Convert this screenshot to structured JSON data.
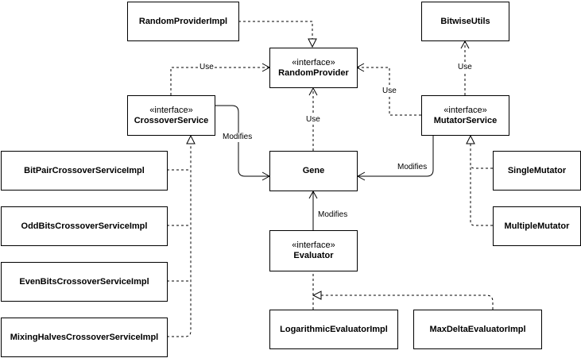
{
  "stereotype": "«interface»",
  "nodes": {
    "random_provider_impl": "RandomProviderImpl",
    "random_provider": "RandomProvider",
    "bitwise_utils": "BitwiseUtils",
    "crossover_service": "CrossoverService",
    "mutator_service": "MutatorService",
    "gene": "Gene",
    "evaluator": "Evaluator",
    "bit_pair": "BitPairCrossoverServiceImpl",
    "odd_bits": "OddBitsCrossoverServiceImpl",
    "even_bits": "EvenBitsCrossoverServiceImpl",
    "mixing_halves": "MixingHalvesCrossoverServiceImpl",
    "single_mutator": "SingleMutator",
    "multiple_mutator": "MultipleMutator",
    "log_eval": "LogarithmicEvaluatorImpl",
    "max_delta_eval": "MaxDeltaEvaluatorImpl"
  },
  "edge_labels": {
    "use": "Use",
    "modifies": "Modifies"
  }
}
